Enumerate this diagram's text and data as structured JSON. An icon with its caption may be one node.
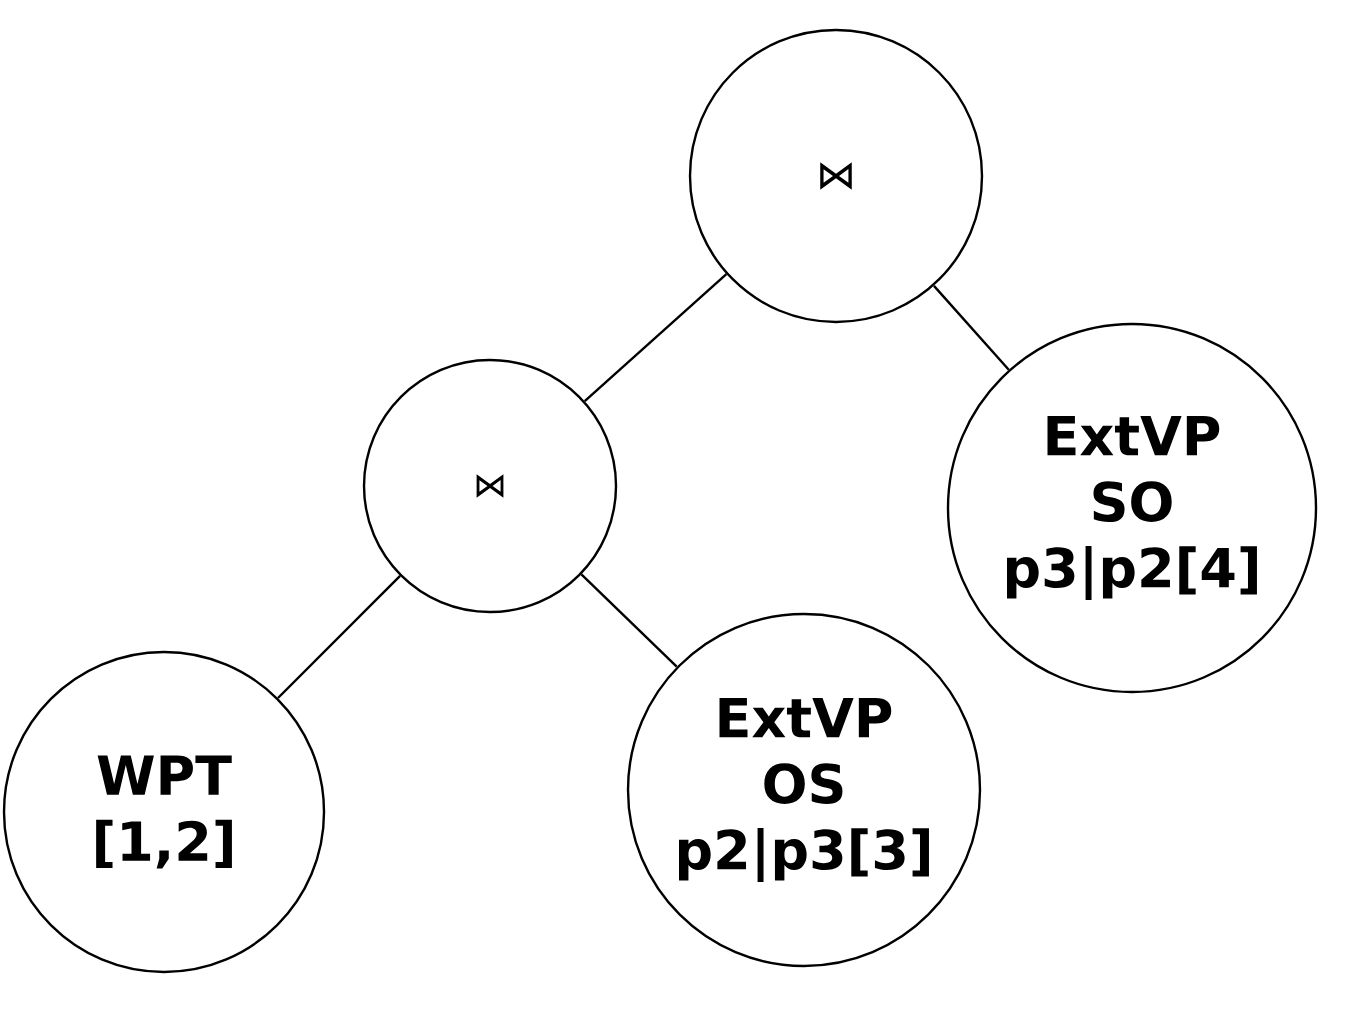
{
  "diagram": {
    "nodes": [
      {
        "text": [
          "⋈"
        ]
      },
      {
        "text": [
          "⋈"
        ]
      },
      {
        "text": [
          "ExtVP",
          "SO",
          "p3|p2[4]"
        ]
      },
      {
        "text": [
          "WPT",
          "[1,2]"
        ]
      },
      {
        "text": [
          "ExtVP",
          "OS",
          "p2|p3[3]"
        ]
      }
    ],
    "edges": [
      {
        "from": 0,
        "to": 1,
        "arrow": "none"
      },
      {
        "from": 0,
        "to": 2,
        "arrow": "none"
      },
      {
        "from": 1,
        "to": 3,
        "arrow": "none"
      },
      {
        "from": 1,
        "to": 4,
        "arrow": "none"
      }
    ]
  }
}
